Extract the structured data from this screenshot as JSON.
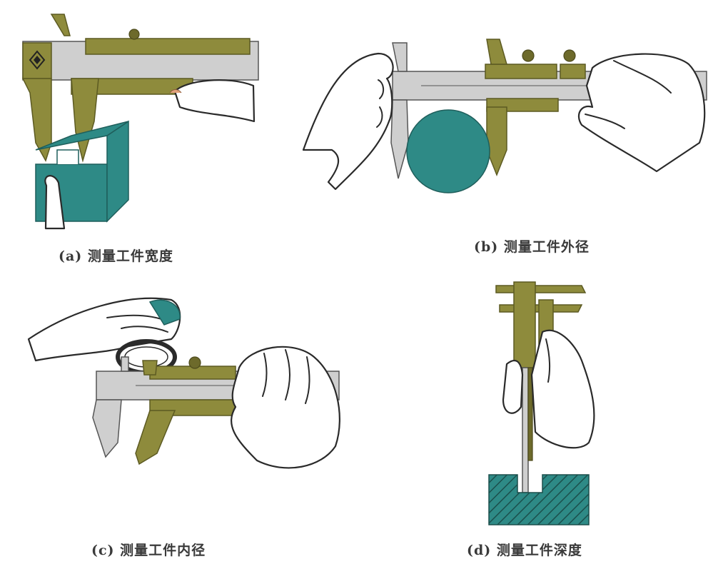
{
  "captions": {
    "a": "(a) 测量工件宽度",
    "b": "(b) 测量工件外径",
    "c": "(c) 测量工件内径",
    "d": "(d) 测量工件深度"
  },
  "colors": {
    "caliper_jaw": "#8e8b3c",
    "caliper_beam": "#cfcfcf",
    "workpiece": "#2e8a86",
    "hatched_block": "#2e8a86"
  },
  "icons": {
    "brand_logo": "diamond-logo-icon"
  }
}
